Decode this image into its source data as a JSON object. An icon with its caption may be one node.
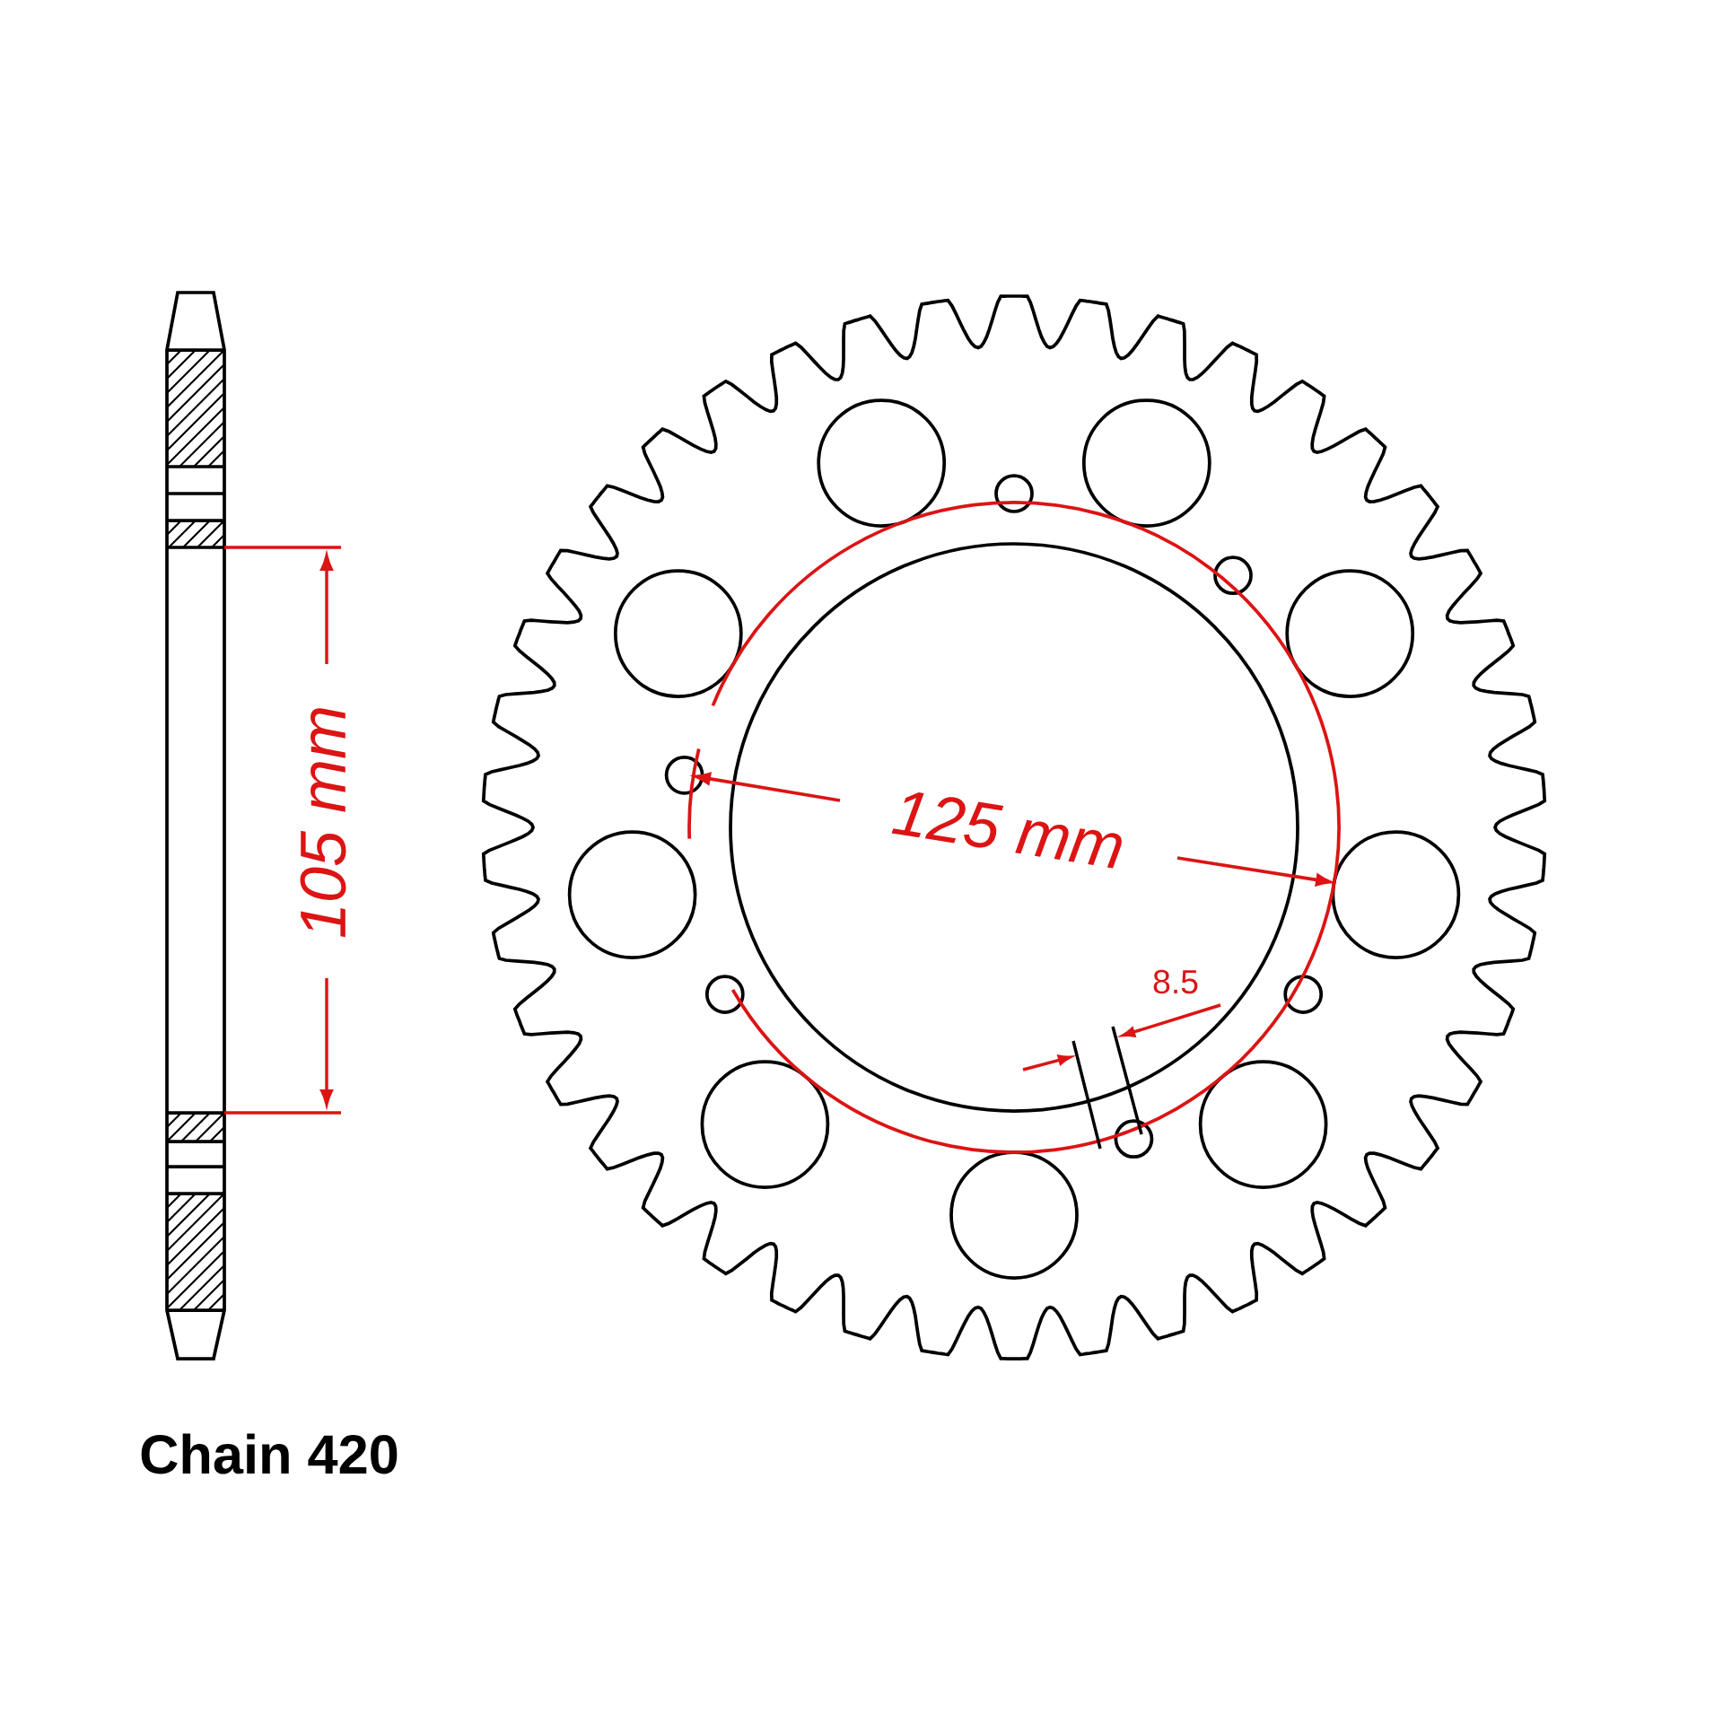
{
  "diagram": {
    "labels": [
      "105 mm",
      "125 mm",
      "8.5",
      "Chain 420"
    ]
  }
}
